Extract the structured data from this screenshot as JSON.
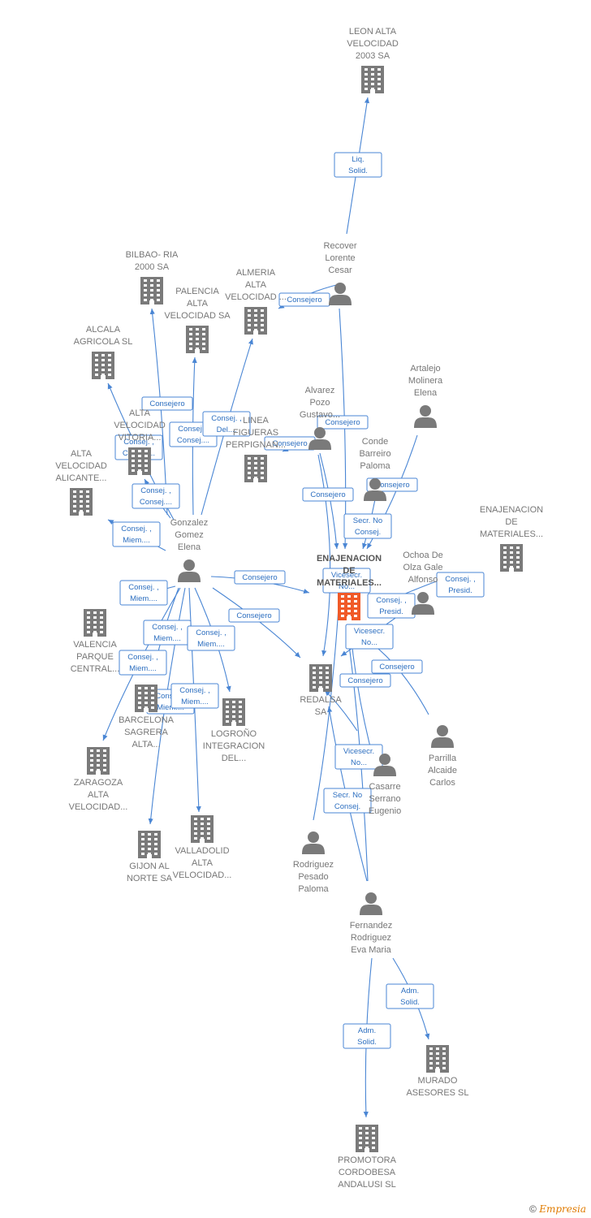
{
  "colors": {
    "company": "#7a7a7a",
    "focus": "#f05a28",
    "person": "#7a7a7a",
    "edge": "#4a86d4"
  },
  "footer": {
    "copyright": "©",
    "brand": "Empresia"
  },
  "nodes": [
    {
      "id": "leon",
      "type": "company",
      "lines": [
        "LEON ALTA",
        "VELOCIDAD",
        "2003 SA"
      ]
    },
    {
      "id": "recover",
      "type": "person",
      "lines": [
        "Recover",
        "Lorente",
        "Cesar"
      ]
    },
    {
      "id": "bilbao",
      "type": "company",
      "lines": [
        "BILBAO- RIA",
        "2000 SA"
      ]
    },
    {
      "id": "palencia",
      "type": "company",
      "lines": [
        "PALENCIA",
        "ALTA",
        "VELOCIDAD SA"
      ]
    },
    {
      "id": "almeria",
      "type": "company",
      "lines": [
        "ALMERIA",
        "ALTA",
        "VELOCIDAD ..."
      ]
    },
    {
      "id": "alcala",
      "type": "company",
      "lines": [
        "ALCALA",
        "AGRICOLA  SL"
      ]
    },
    {
      "id": "alta_vitoria",
      "type": "company",
      "lines": [
        "ALTA",
        "VELOCIDAD",
        "VITORIA..."
      ]
    },
    {
      "id": "linea",
      "type": "company",
      "lines": [
        "LINEA",
        "FIGUERAS",
        "PERPIGNAN..."
      ]
    },
    {
      "id": "alvarez",
      "type": "person",
      "lines": [
        "Alvarez",
        "Pozo",
        "Gustavo..."
      ]
    },
    {
      "id": "artalejo",
      "type": "person",
      "lines": [
        "Artalejo",
        "Molinera",
        "Elena"
      ]
    },
    {
      "id": "conde",
      "type": "person",
      "lines": [
        "Conde",
        "Barreiro",
        "Paloma"
      ]
    },
    {
      "id": "alicante",
      "type": "company",
      "lines": [
        "ALTA",
        "VELOCIDAD",
        "ALICANTE..."
      ]
    },
    {
      "id": "gonzalez",
      "type": "person",
      "lines": [
        "Gonzalez",
        "Gomez",
        "Elena"
      ]
    },
    {
      "id": "enaj_mat",
      "type": "company",
      "lines": [
        "ENAJENACION",
        "DE",
        "MATERIALES..."
      ]
    },
    {
      "id": "focus",
      "type": "focus",
      "lines": [
        "ENAJENACION",
        "DE",
        "MATERIALES..."
      ]
    },
    {
      "id": "ochoa",
      "type": "person",
      "lines": [
        "Ochoa De",
        "Olza Gale",
        "Alfonso"
      ]
    },
    {
      "id": "valencia",
      "type": "company",
      "lines": [
        "VALENCIA",
        "PARQUE",
        "CENTRAL..."
      ]
    },
    {
      "id": "redalsa",
      "type": "company",
      "lines": [
        "REDALSA",
        "SA"
      ]
    },
    {
      "id": "barcelona",
      "type": "company",
      "lines": [
        "BARCELONA",
        "SAGRERA",
        "ALTA..."
      ]
    },
    {
      "id": "logrono",
      "type": "company",
      "lines": [
        "LOGROÑO",
        "INTEGRACION",
        "DEL..."
      ]
    },
    {
      "id": "parrilla",
      "type": "person",
      "lines": [
        "Parrilla",
        "Alcaide",
        "Carlos"
      ]
    },
    {
      "id": "zaragoza",
      "type": "company",
      "lines": [
        "ZARAGOZA",
        "ALTA",
        "VELOCIDAD..."
      ]
    },
    {
      "id": "casarre",
      "type": "person",
      "lines": [
        "Casarre",
        "Serrano",
        "Eugenio"
      ]
    },
    {
      "id": "gijon",
      "type": "company",
      "lines": [
        "GIJON AL",
        "NORTE SA"
      ]
    },
    {
      "id": "valladolid",
      "type": "company",
      "lines": [
        "VALLADOLID",
        "ALTA",
        "VELOCIDAD..."
      ]
    },
    {
      "id": "rodriguez",
      "type": "person",
      "lines": [
        "Rodriguez",
        "Pesado",
        "Paloma"
      ]
    },
    {
      "id": "fernandez",
      "type": "person",
      "lines": [
        "Fernandez",
        "Rodriguez",
        "Eva Maria"
      ]
    },
    {
      "id": "murado",
      "type": "company",
      "lines": [
        "MURADO",
        "ASESORES SL"
      ]
    },
    {
      "id": "promotora",
      "type": "company",
      "lines": [
        "PROMOTORA",
        "CORDOBESA",
        "ANDALUSI SL"
      ]
    }
  ],
  "edges": [
    {
      "from": "recover",
      "to": "leon",
      "lines": [
        "Liq.",
        "Solid."
      ]
    },
    {
      "from": "recover",
      "to": "almeria",
      "lines": [
        "Consejero"
      ]
    },
    {
      "from": "recover",
      "to": "focus",
      "lines": []
    },
    {
      "from": "gonzalez",
      "to": "bilbao",
      "lines": [
        "Consejero"
      ]
    },
    {
      "from": "gonzalez",
      "to": "palencia",
      "lines": [
        "Consej. ,",
        "Consej...."
      ]
    },
    {
      "from": "gonzalez",
      "to": "almeria",
      "lines": [
        "Consej. ,",
        "Del...."
      ]
    },
    {
      "from": "gonzalez",
      "to": "alcala",
      "lines": [
        "Consej. ,",
        "Consej...."
      ]
    },
    {
      "from": "gonzalez",
      "to": "alta_vitoria",
      "lines": [
        "Consej. ,",
        "Consej...."
      ]
    },
    {
      "from": "gonzalez",
      "to": "alicante",
      "lines": [
        "Consej. ,",
        "Miem...."
      ]
    },
    {
      "from": "gonzalez",
      "to": "focus",
      "lines": [
        "Consejero"
      ]
    },
    {
      "from": "gonzalez",
      "to": "redalsa",
      "lines": [
        "Consejero"
      ]
    },
    {
      "from": "gonzalez",
      "to": "valencia",
      "lines": [
        "Consej. ,",
        "Miem...."
      ]
    },
    {
      "from": "gonzalez",
      "to": "barcelona",
      "lines": [
        "Consej. ,",
        "Miem...."
      ]
    },
    {
      "from": "gonzalez",
      "to": "logrono",
      "lines": [
        "Consej. ,",
        "Miem...."
      ]
    },
    {
      "from": "gonzalez",
      "to": "zaragoza",
      "lines": [
        "Consej. ,",
        "Miem...."
      ]
    },
    {
      "from": "gonzalez",
      "to": "gijon",
      "lines": [
        "Consej. ,",
        "Miem...."
      ]
    },
    {
      "from": "gonzalez",
      "to": "valladolid",
      "lines": [
        "Consej. ,",
        "Miem...."
      ]
    },
    {
      "from": "alvarez",
      "to": "linea",
      "lines": [
        "Consejero"
      ]
    },
    {
      "from": "alvarez",
      "to": "focus",
      "lines": [
        "Consejero"
      ]
    },
    {
      "from": "alvarez",
      "to": "redalsa",
      "lines": [
        "Consejero"
      ]
    },
    {
      "from": "artalejo",
      "to": "focus",
      "lines": [
        "Consejero"
      ]
    },
    {
      "from": "conde",
      "to": "focus",
      "lines": [
        "Secr.  No",
        "Consej."
      ]
    },
    {
      "from": "ochoa",
      "to": "focus",
      "lines": [
        "Consej. ,",
        "Presid."
      ]
    },
    {
      "from": "ochoa",
      "to": "redalsa",
      "lines": [
        "Consej. ,",
        "Presid."
      ]
    },
    {
      "from": "parrilla",
      "to": "focus",
      "lines": [
        "Consejero"
      ]
    },
    {
      "from": "casarre",
      "to": "focus",
      "lines": [
        "Consejero"
      ]
    },
    {
      "from": "casarre",
      "to": "redalsa",
      "lines": [
        "Vicesecr.",
        "No..."
      ]
    },
    {
      "from": "rodriguez",
      "to": "focus",
      "lines": [
        "Vicesecr.",
        "No..."
      ]
    },
    {
      "from": "fernandez",
      "to": "focus",
      "lines": [
        "Vicesecr.",
        "No..."
      ]
    },
    {
      "from": "fernandez",
      "to": "redalsa",
      "lines": [
        "Secr.  No",
        "Consej."
      ]
    },
    {
      "from": "fernandez",
      "to": "murado",
      "lines": [
        "Adm.",
        "Solid."
      ]
    },
    {
      "from": "fernandez",
      "to": "promotora",
      "lines": [
        "Adm.",
        "Solid."
      ]
    }
  ]
}
